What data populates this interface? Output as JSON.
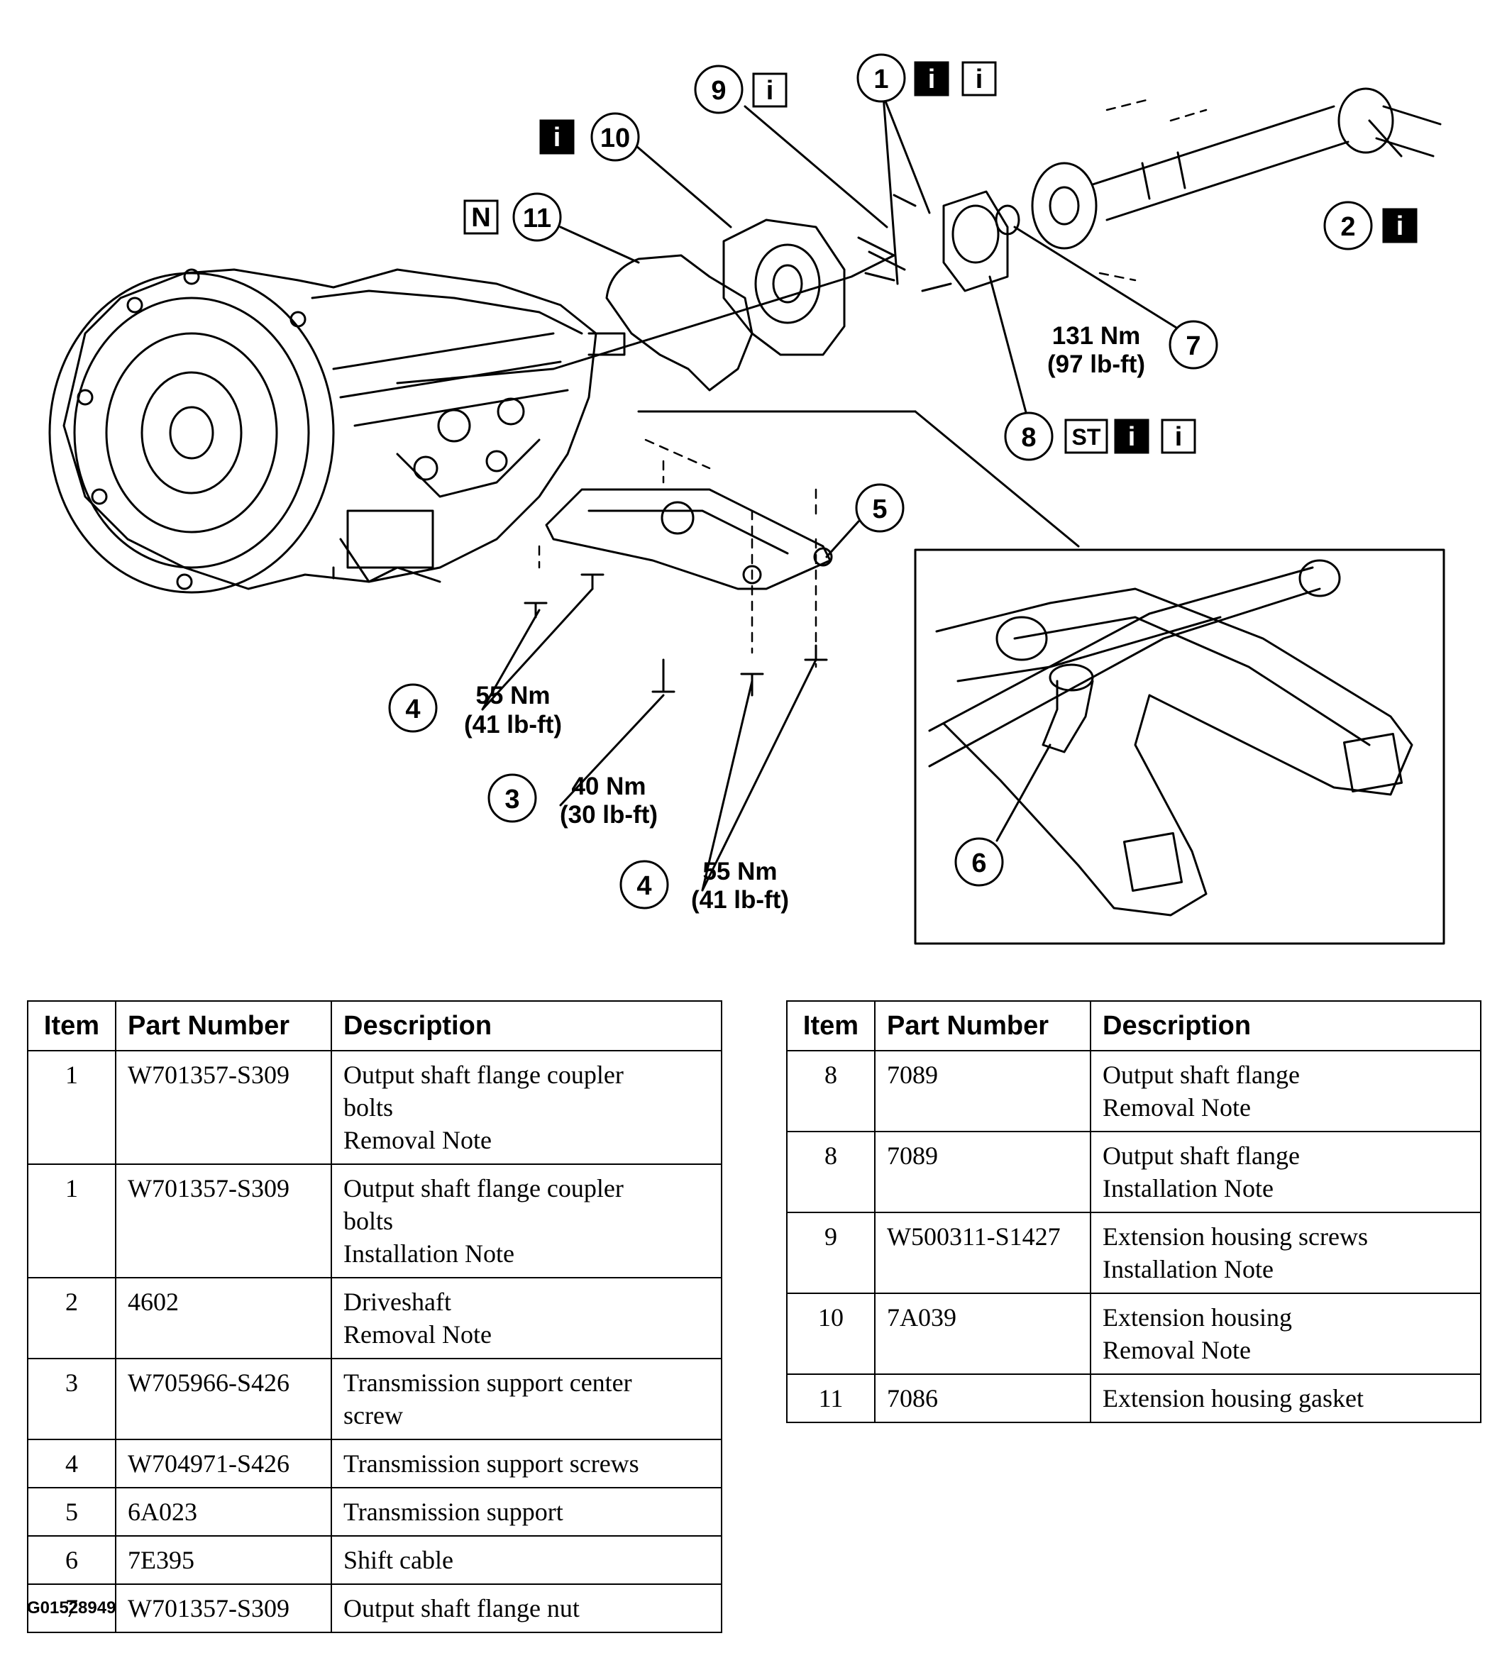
{
  "callouts": {
    "c1": "1",
    "c2": "2",
    "c3": "3",
    "c4a": "4",
    "c4b": "4",
    "c5": "5",
    "c6": "6",
    "c7": "7",
    "c8": "8",
    "c9": "9",
    "c10": "10",
    "c11": "11"
  },
  "symbols": {
    "info": "i",
    "new_part": "N",
    "special_tool": "ST"
  },
  "torque": {
    "t4a_nm": "55 Nm",
    "t4a_lbft": "(41 lb-ft)",
    "t3_nm": "40 Nm",
    "t3_lbft": "(30 lb-ft)",
    "t4b_nm": "55 Nm",
    "t4b_lbft": "(41 lb-ft)",
    "t7_nm": "131 Nm",
    "t7_lbft": "(97 lb-ft)"
  },
  "table_headers": {
    "item": "Item",
    "part_number": "Part Number",
    "description": "Description"
  },
  "left_table": [
    {
      "item": "1",
      "part": "W701357-S309",
      "desc": [
        "Output shaft flange coupler",
        "bolts",
        "Removal Note"
      ]
    },
    {
      "item": "1",
      "part": "W701357-S309",
      "desc": [
        "Output shaft flange coupler",
        "bolts",
        "Installation Note"
      ]
    },
    {
      "item": "2",
      "part": "4602",
      "desc": [
        "Driveshaft",
        "Removal Note"
      ]
    },
    {
      "item": "3",
      "part": "W705966-S426",
      "desc": [
        "Transmission support center",
        "screw"
      ]
    },
    {
      "item": "4",
      "part": "W704971-S426",
      "desc": [
        "Transmission support screws"
      ]
    },
    {
      "item": "5",
      "part": "6A023",
      "desc": [
        "Transmission support"
      ]
    },
    {
      "item": "6",
      "part": "7E395",
      "desc": [
        "Shift cable"
      ]
    },
    {
      "item": "7",
      "part": "W701357-S309",
      "desc": [
        "Output shaft flange nut"
      ]
    }
  ],
  "right_table": [
    {
      "item": "8",
      "part": "7089",
      "desc": [
        "Output shaft flange",
        "Removal Note"
      ]
    },
    {
      "item": "8",
      "part": "7089",
      "desc": [
        "Output shaft flange",
        "Installation Note"
      ]
    },
    {
      "item": "9",
      "part": "W500311-S1427",
      "desc": [
        "Extension housing screws",
        "Installation Note"
      ]
    },
    {
      "item": "10",
      "part": "7A039",
      "desc": [
        "Extension housing",
        "Removal Note"
      ]
    },
    {
      "item": "11",
      "part": "7086",
      "desc": [
        "Extension housing gasket"
      ]
    }
  ],
  "figure_id": "G01528949"
}
